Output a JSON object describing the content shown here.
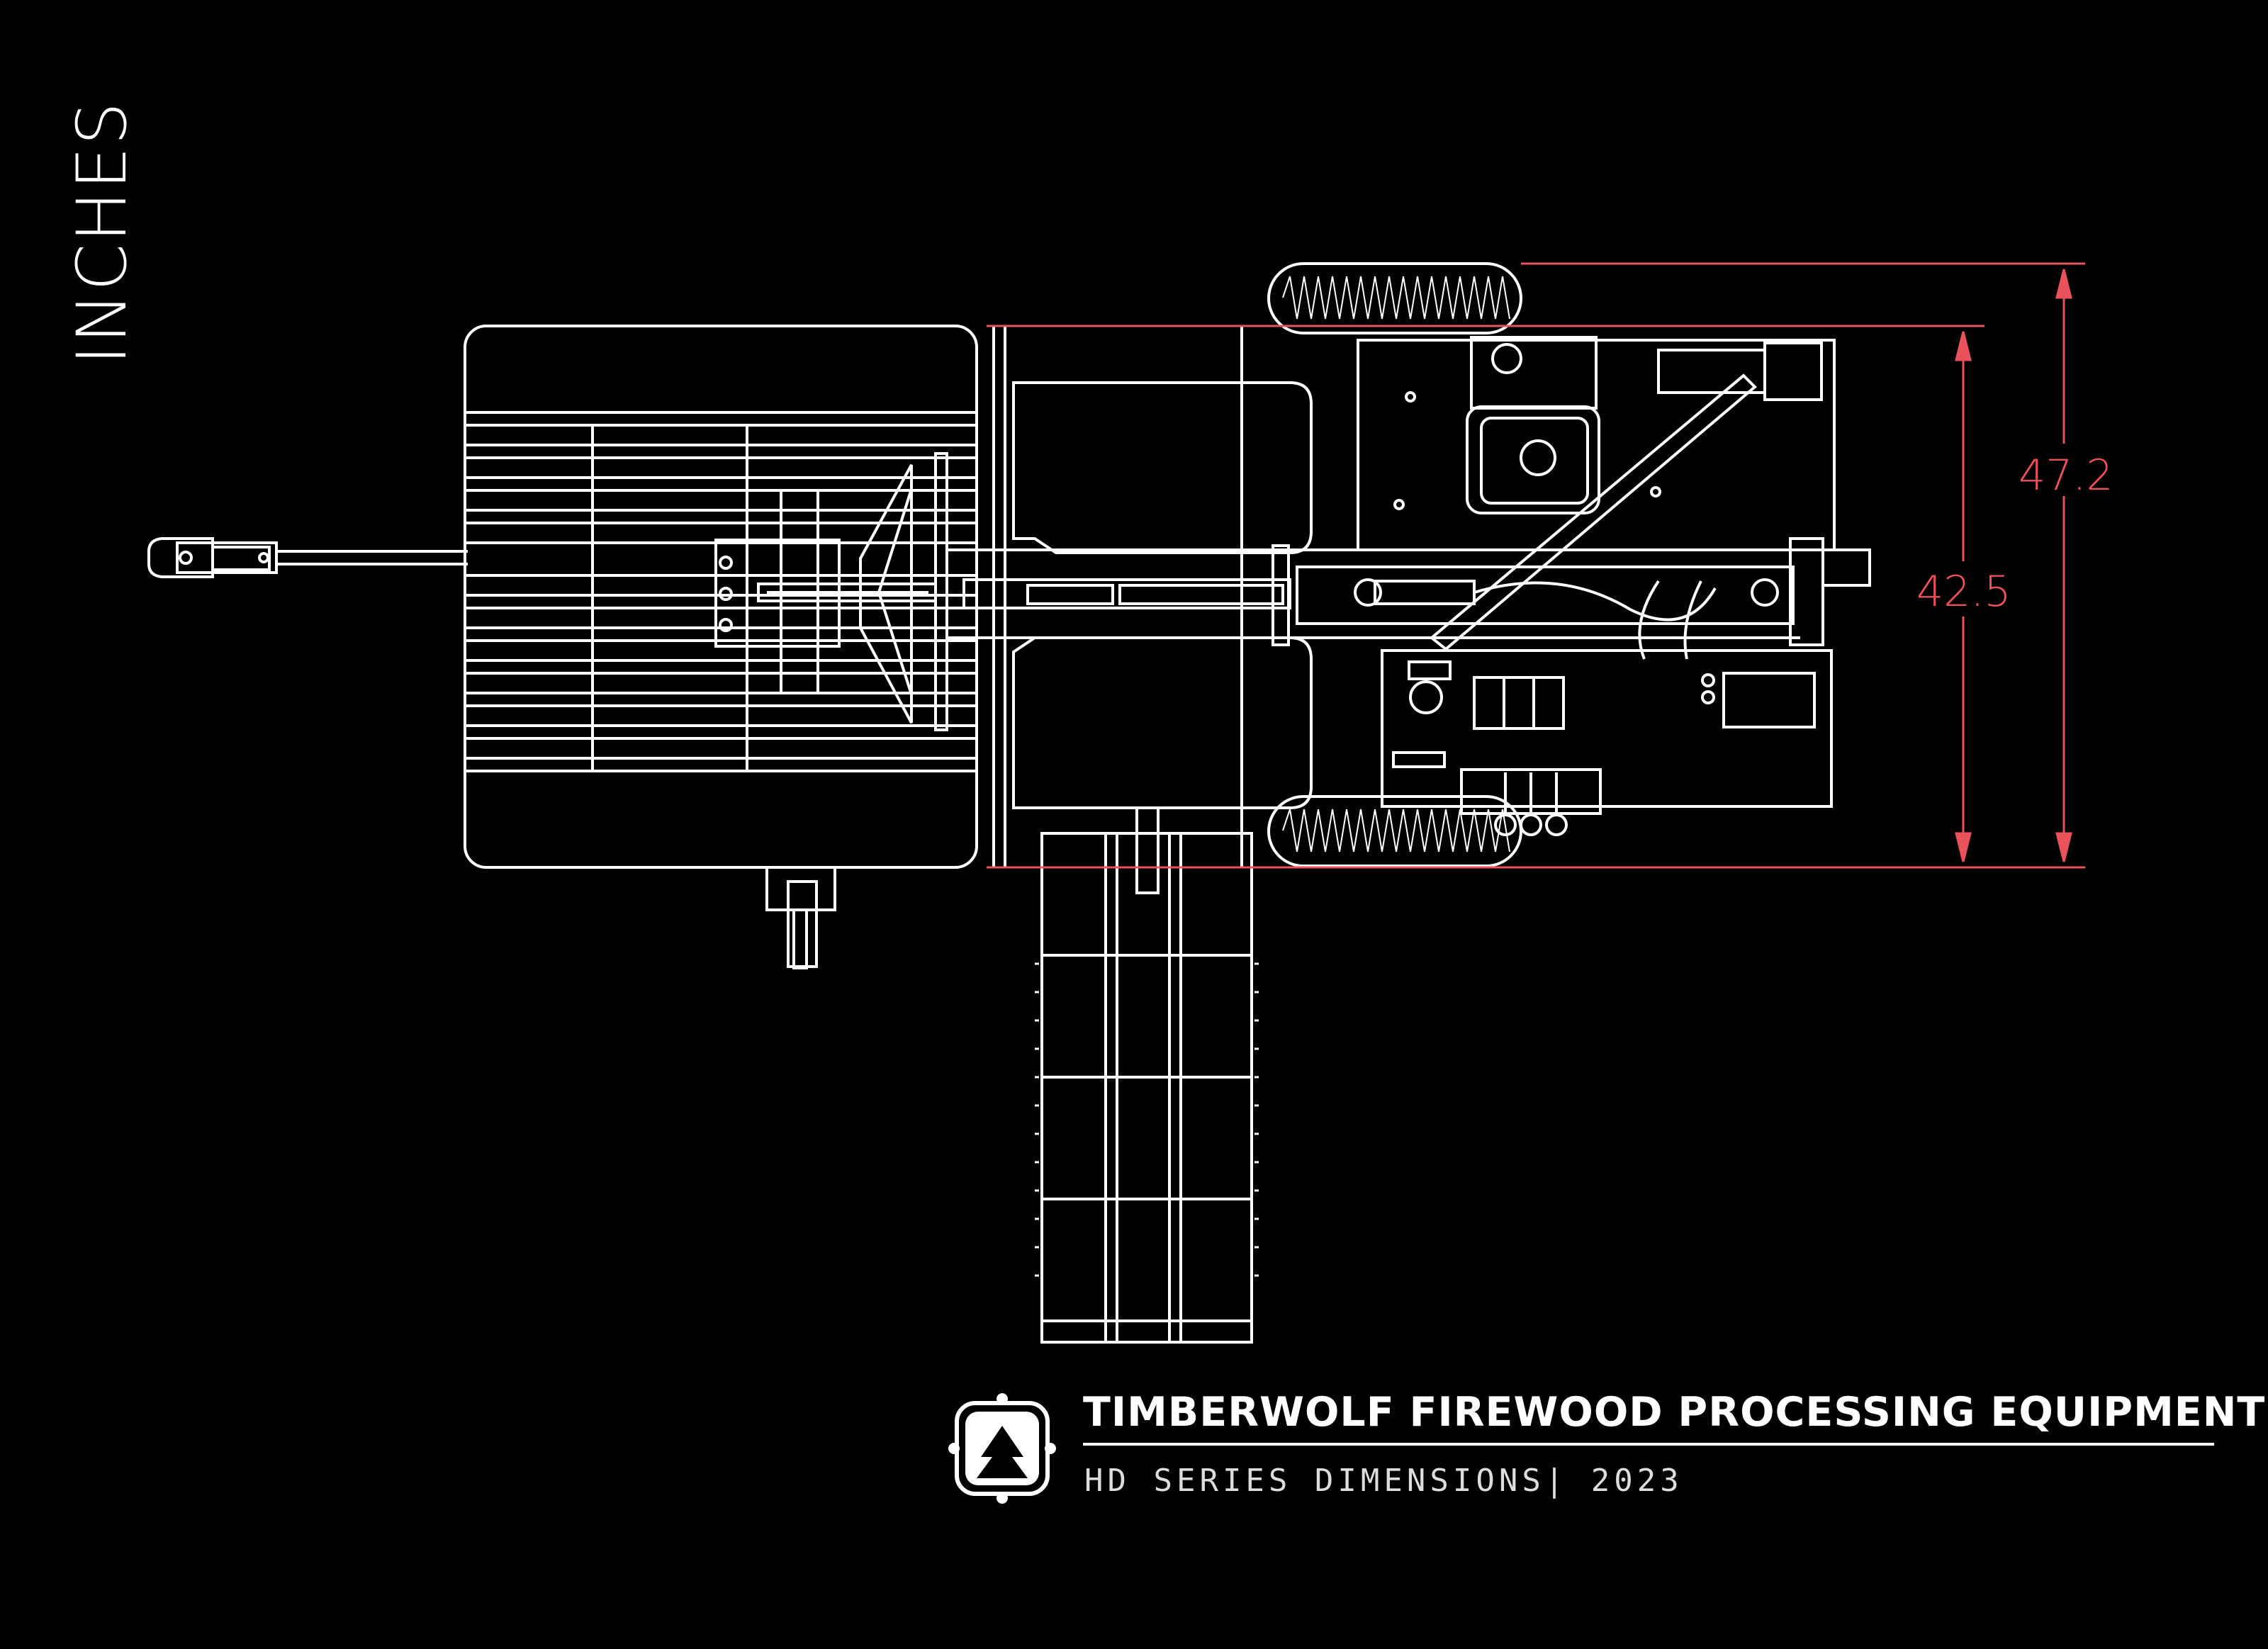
{
  "units_label": "INCHES",
  "dimensions": {
    "overall_width": "47.2",
    "frame_width": "42.5"
  },
  "footer": {
    "title": "TIMBERWOLF FIREWOOD PROCESSING EQUIPMENT",
    "subtitle": "HD SERIES DIMENSIONS| 2023"
  },
  "panel_brand": "TIMBERWOLF",
  "colors": {
    "background": "#000000",
    "linework": "#ffffff",
    "dimension": "#e8525b"
  },
  "icons": {
    "logo": "timberwolf-tree-logo-icon"
  }
}
